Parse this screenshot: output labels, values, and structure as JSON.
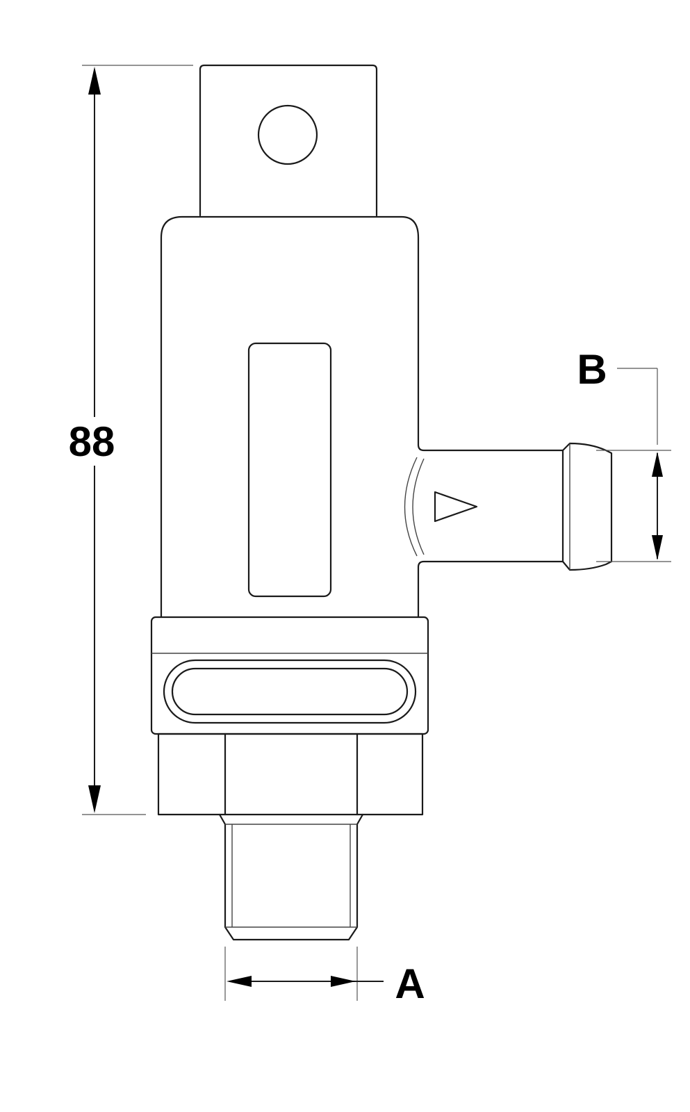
{
  "dimensions": {
    "height_label": "88",
    "port_a_label": "A",
    "port_b_label": "B"
  },
  "colors": {
    "line": "#1a1a1a",
    "background": "#ffffff"
  }
}
